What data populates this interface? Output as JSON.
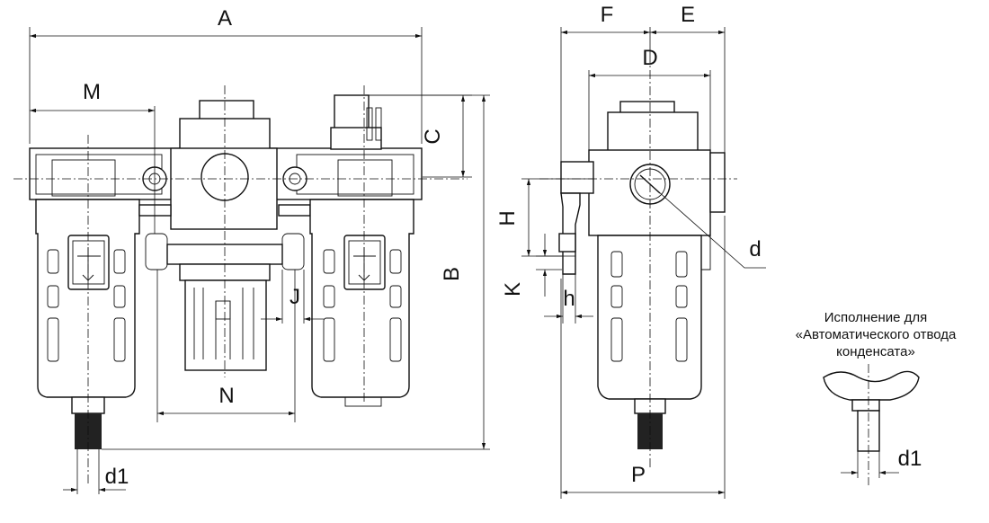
{
  "dimensions": {
    "A": "A",
    "M": "M",
    "C": "C",
    "B": "B",
    "N": "N",
    "J": "J",
    "d1_left": "d1",
    "F": "F",
    "E": "E",
    "D": "D",
    "H": "H",
    "K": "K",
    "h": "h",
    "d": "d",
    "P": "P",
    "d1_right": "d1"
  },
  "note": {
    "line1": "Исполнение для",
    "line2": "«Автоматического отвода",
    "line3": "конденсата»"
  },
  "colors": {
    "line": "#111111",
    "background": "#ffffff",
    "drain": "#222222"
  }
}
